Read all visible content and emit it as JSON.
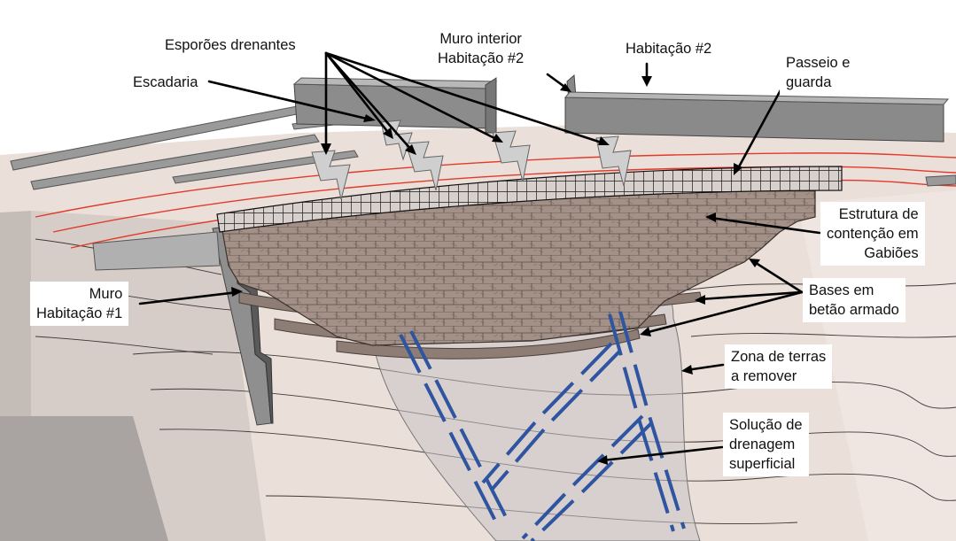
{
  "colors": {
    "ground": "#e6dad4",
    "ground_dark": "#bbb3ad",
    "wall": "#8a8a8a",
    "wall_dark": "#5c5c5c",
    "gabion": "#9c8a80",
    "gabion_line": "#4a3f3a",
    "red_line": "#e23a2a",
    "drainage": "#2f55a0",
    "zone": "#c9c3c5"
  },
  "labels": {
    "esporoes": "Esporões drenantes",
    "muro_interior": "Muro interior\nHabitação #2",
    "habitacao2": "Habitação #2",
    "escadaria": "Escadaria",
    "passeio": "Passeio e\nguarda",
    "estrutura": "Estrutura de\ncontenção em\nGabiões",
    "muro_hab1": "Muro\nHabitação #1",
    "bases": "Bases em\nbetão armado",
    "zona": "Zona de terras\na remover",
    "solucao": "Solução de\ndrenagem\nsuperficial"
  }
}
